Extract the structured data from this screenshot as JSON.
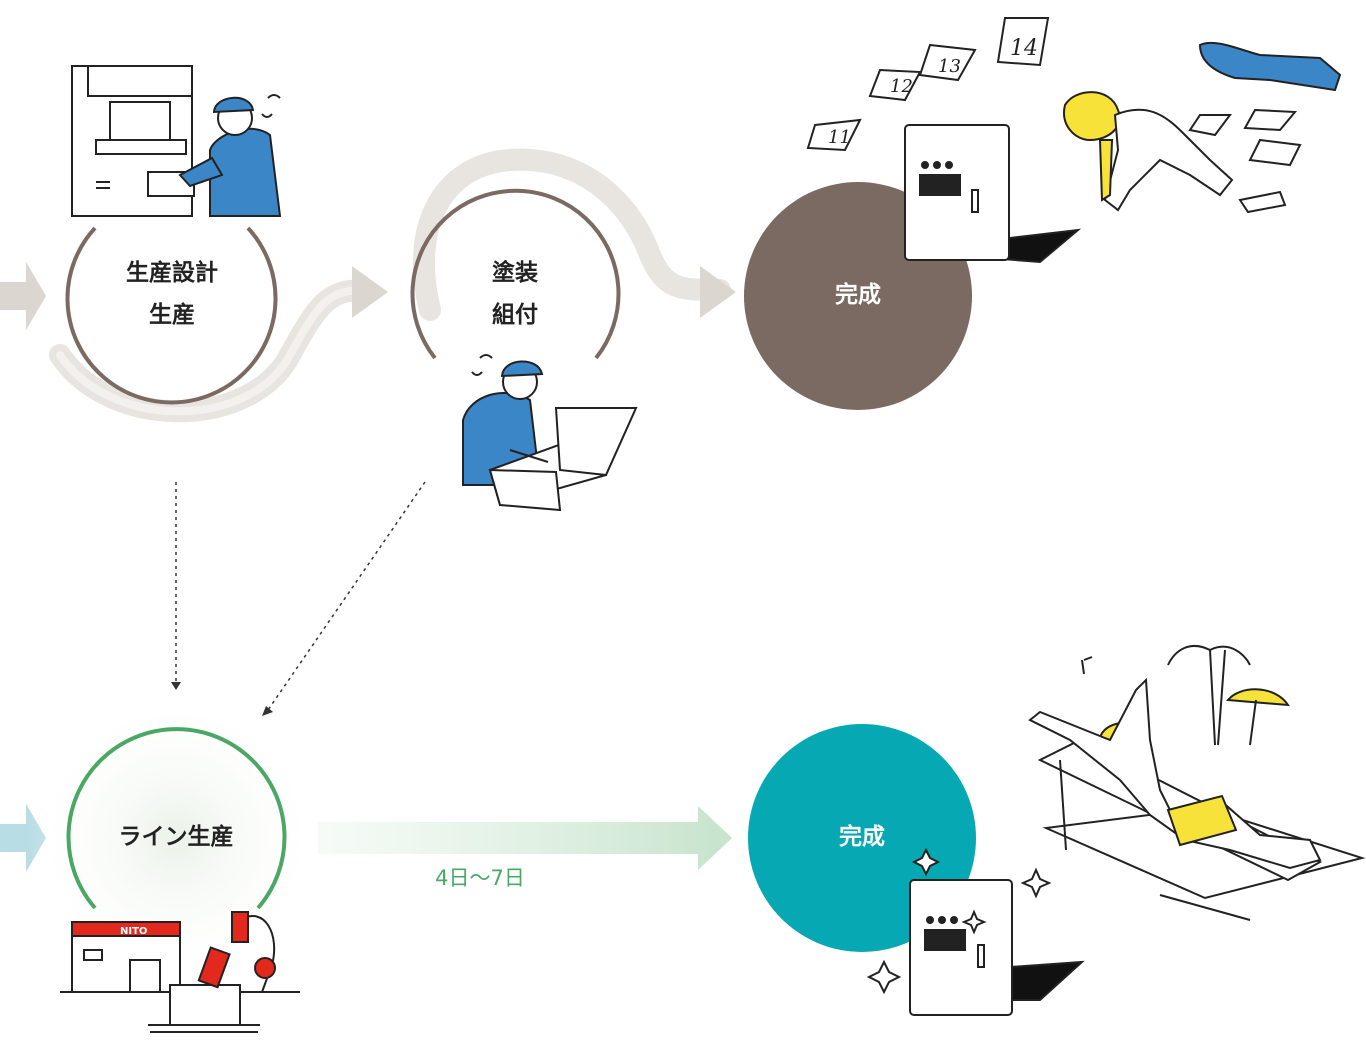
{
  "flow_old": {
    "stage1": {
      "line1": "生産設計",
      "line2": "生産"
    },
    "stage2": {
      "line1": "塗装",
      "line2": "組付"
    },
    "done": "完成"
  },
  "flow_new": {
    "stage": "ライン生産",
    "duration": "4日〜7日",
    "done": "完成"
  },
  "illustration_text": {
    "factory_logo": "NITO",
    "calendar_pages": [
      "11",
      "12",
      "13",
      "14"
    ]
  },
  "colors": {
    "old_track": "#e6e2de",
    "old_ring": "#7a6a62",
    "old_done": "#7a6a62",
    "new_ring": "#4aa864",
    "new_arrow": "#cce7d2",
    "new_done": "#06a9b3",
    "entry_arrow_new": "#b9dde4",
    "worker_blue": "#3b86c6"
  }
}
